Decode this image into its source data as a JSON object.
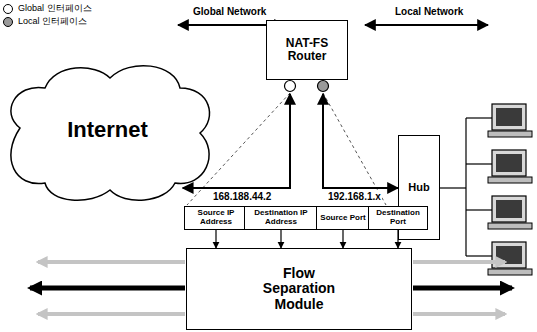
{
  "diagram": {
    "nodes": [
      {
        "text": [
          "NAT-FS Router"
        ]
      },
      {
        "text": [
          "Internet"
        ]
      },
      {
        "text": [
          "Hub"
        ]
      },
      {
        "text": [
          "Source IP Address"
        ]
      },
      {
        "text": [
          "Destination IP Address"
        ]
      },
      {
        "text": [
          "Source Port"
        ]
      },
      {
        "text": [
          "Destination Port"
        ]
      },
      {
        "text": [
          "Flow Separation Module"
        ]
      }
    ],
    "edges": [
      {
        "from": 1,
        "to": 0,
        "arrow": "both",
        "label": "168.188.44.2"
      },
      {
        "from": 0,
        "to": 2,
        "arrow": "both",
        "label": "192.168.1.x"
      },
      {
        "from": 3,
        "to": 7,
        "arrow": "to"
      },
      {
        "from": 4,
        "to": 7,
        "arrow": "to"
      },
      {
        "from": 5,
        "to": 7,
        "arrow": "to"
      },
      {
        "from": 6,
        "to": 7,
        "arrow": "to"
      }
    ],
    "labels": [
      "Global Network",
      "Local Network"
    ],
    "legend": [
      {
        "text": "Global 인터페이스",
        "color": "#ffffff"
      },
      {
        "text": "Local 인터페이스",
        "color": "#9a9a9a"
      }
    ]
  }
}
